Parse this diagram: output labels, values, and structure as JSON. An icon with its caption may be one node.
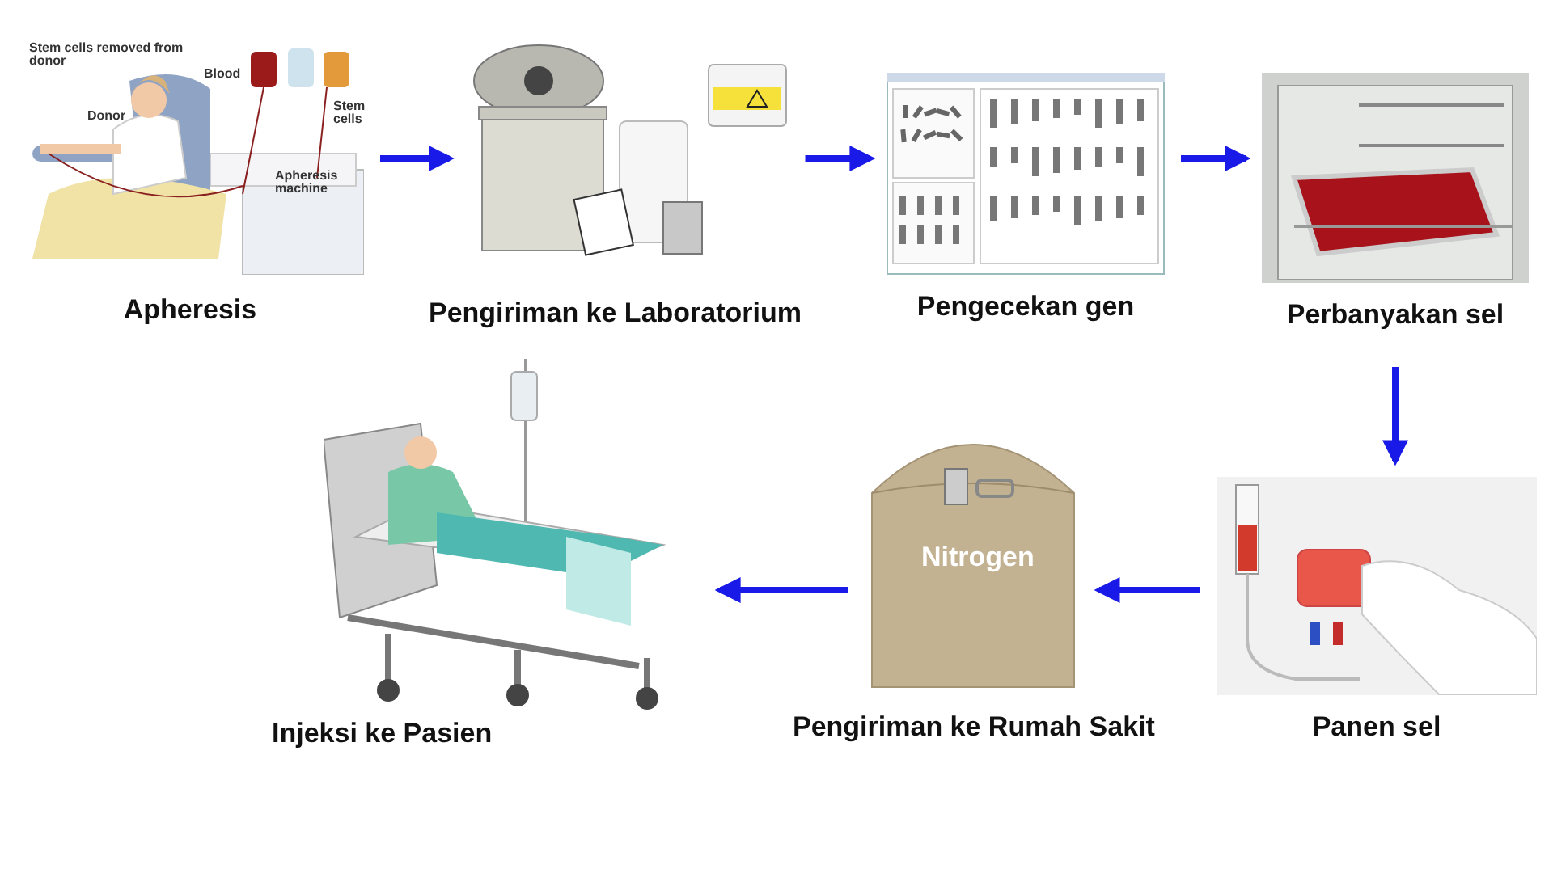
{
  "diagram": {
    "nodes": [
      {
        "text": [
          "Apheresis"
        ]
      },
      {
        "text": [
          "Pengiriman ke Laboratorium"
        ]
      },
      {
        "text": [
          "Pengecekan gen"
        ]
      },
      {
        "text": [
          "Perbanyakan sel"
        ]
      },
      {
        "text": [
          "Panen sel"
        ]
      },
      {
        "text": [
          "Nitrogen",
          "Pengiriman ke Rumah Sakit"
        ]
      },
      {
        "text": [
          "Injeksi ke Pasien"
        ]
      }
    ],
    "edges": [
      {
        "from": 0,
        "to": 1,
        "arrow": "to"
      },
      {
        "from": 1,
        "to": 2,
        "arrow": "to"
      },
      {
        "from": 2,
        "to": 3,
        "arrow": "to"
      },
      {
        "from": 3,
        "to": 4,
        "arrow": "to"
      },
      {
        "from": 4,
        "to": 5,
        "arrow": "to"
      },
      {
        "from": 5,
        "to": 6,
        "arrow": "to"
      }
    ],
    "labels": [
      "Stem cells removed from donor",
      "Blood",
      "Donor",
      "Stem cells",
      "Apheresis machine"
    ]
  }
}
